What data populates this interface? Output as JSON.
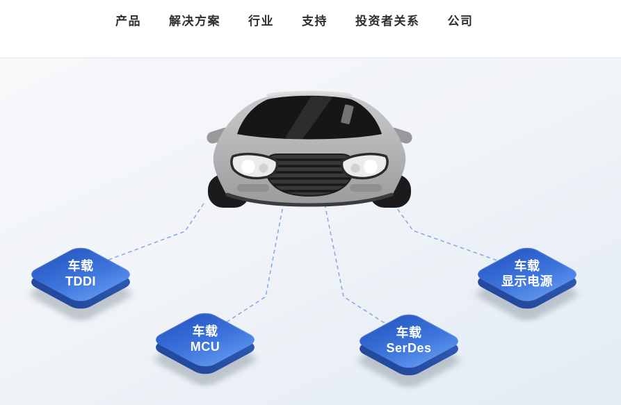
{
  "nav": {
    "items": [
      {
        "label": "产品"
      },
      {
        "label": "解决方案"
      },
      {
        "label": "行业"
      },
      {
        "label": "支持"
      },
      {
        "label": "投资者关系"
      },
      {
        "label": "公司"
      }
    ]
  },
  "hero": {
    "chips": [
      {
        "line1": "车载",
        "line2": "TDDI"
      },
      {
        "line1": "车载",
        "line2": "MCU"
      },
      {
        "line1": "车载",
        "line2": "SerDes"
      },
      {
        "line1": "车载",
        "line2": "显示电源"
      }
    ]
  },
  "colors": {
    "chip_face_start": "#2a5ac5",
    "chip_face_end": "#5e94ec",
    "chip_side": "#23499c",
    "chip_shadow": "#97a1ac",
    "connector_line": "#86ace5",
    "nav_text": "#2f2f31",
    "hero_bg_top": "#f7f8fa",
    "hero_bg_bottom": "#e3ebf4"
  }
}
